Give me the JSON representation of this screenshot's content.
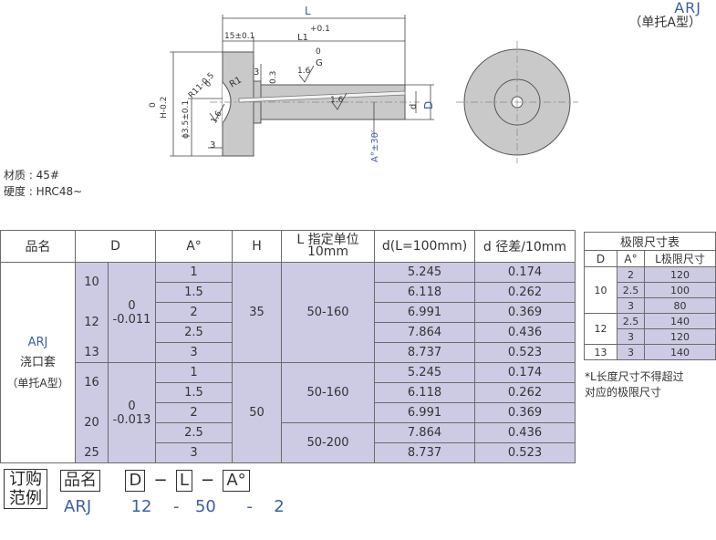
{
  "model": {
    "code": "ARJ",
    "type": "（单托A型）"
  },
  "material": {
    "line1": "材质 : 45#",
    "line2": "硬度 : HRC48~"
  },
  "drawing": {
    "L": "L",
    "L_tol": "+0.1",
    "L_tol_zero": "0",
    "dim15": "15±0.1",
    "L1": "L1",
    "H": "H-0.2",
    "H_zero": "0",
    "phi": "ϕ3.5±0.1",
    "R11": "R11-0.5",
    "R11_zero": "0",
    "R1": "R1",
    "three": "3",
    "three2": "3",
    "dim03": "0.3",
    "rough1": "1.6",
    "G": "G",
    "G_zero": "0",
    "rough2": "1.6",
    "rough3": "1.6",
    "A": "A°±30′",
    "d": "d",
    "D": "D"
  },
  "table": {
    "headers": [
      "品名",
      "D",
      "A°",
      "H",
      "L 指定单位 10mm",
      "d(L=100mm)",
      "d 径差/10mm"
    ],
    "product": {
      "name": "ARJ",
      "line2": "浇口套",
      "line3": "（单托A型）"
    },
    "group1": {
      "D": [
        "10",
        "12",
        "13"
      ],
      "tol_top": "0",
      "tol_bot": "-0.011",
      "H": "35",
      "L": "50-160",
      "A": [
        "1",
        "1.5",
        "2",
        "2.5",
        "3"
      ],
      "d": [
        "5.245",
        "6.118",
        "6.991",
        "7.864",
        "8.737"
      ],
      "diff": [
        "0.174",
        "0.262",
        "0.369",
        "0.436",
        "0.523"
      ]
    },
    "group2": {
      "D": [
        "16",
        "20",
        "25"
      ],
      "tol_top": "0",
      "tol_bot": "-0.013",
      "H": "50",
      "L1": "50-160",
      "L2": "50-200",
      "A": [
        "1",
        "1.5",
        "2",
        "2.5",
        "3"
      ],
      "d": [
        "5.245",
        "6.118",
        "6.991",
        "7.864",
        "8.737"
      ],
      "diff": [
        "0.174",
        "0.262",
        "0.369",
        "0.436",
        "0.523"
      ]
    }
  },
  "limit": {
    "title": "极限尺寸表",
    "headers": [
      "D",
      "A°",
      "L极限尺寸"
    ],
    "rows": [
      {
        "D": "10",
        "A": "2",
        "L": "120"
      },
      {
        "D": "",
        "A": "2.5",
        "L": "100"
      },
      {
        "D": "",
        "A": "3",
        "L": "80"
      },
      {
        "D": "12",
        "A": "2.5",
        "L": "140"
      },
      {
        "D": "",
        "A": "3",
        "L": "120"
      },
      {
        "D": "13",
        "A": "3",
        "L": "140"
      }
    ],
    "note1": "*L长度尺寸不得超过",
    "note2": "对应的极限尺寸"
  },
  "order": {
    "label1": "订购",
    "label2": "范例",
    "name_box": "品名",
    "D_box": "D",
    "L_box": "L",
    "A_box": "A°",
    "dash": "−",
    "example": {
      "name": "ARJ",
      "D": "12",
      "sep": "-",
      "L": "50",
      "A": "2"
    }
  },
  "colors": {
    "lavender": "#cdcbe3",
    "blue": "#3a5fa6",
    "part_gray": "#c9c9c9"
  }
}
